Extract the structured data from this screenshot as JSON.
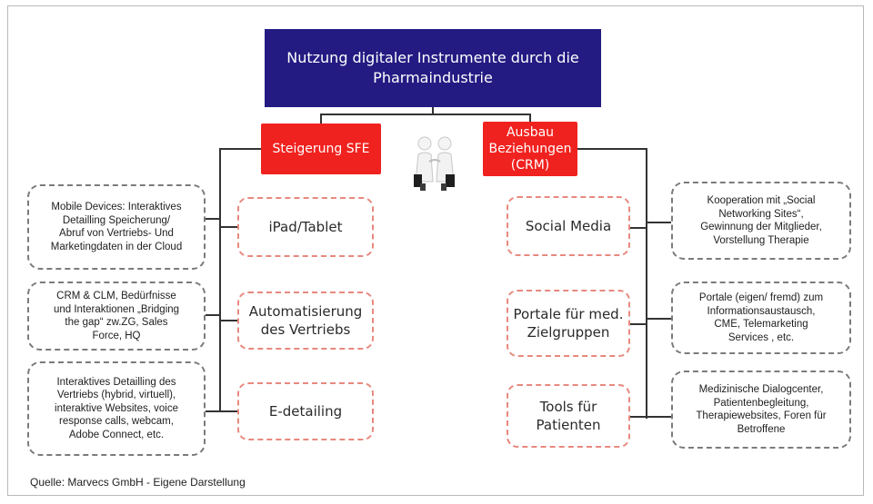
{
  "title": "Nutzung digitaler Instrumente durch die\nPharmaindustrie",
  "branches": {
    "left": {
      "label": "Steigerung SFE",
      "items": [
        {
          "label": "iPad/Tablet",
          "detail": "Mobile Devices: Interaktives\nDetailling  Speicherung/\nAbruf von  Vertriebs- Und\nMarketingdaten in der Cloud"
        },
        {
          "label": "Automatisierung\ndes Vertriebs",
          "detail": "CRM & CLM, Bedürfnisse\nund Interaktionen „Bridging\nthe gap“ zw.ZG, Sales\nForce, HQ"
        },
        {
          "label": "E-detailing",
          "detail": "Interaktives Detailling  des\nVertriebs (hybrid, virtuell),\ninteraktive Websites, voice\nresponse calls, webcam,\nAdobe Connect, etc."
        }
      ]
    },
    "right": {
      "label": "Ausbau\nBeziehungen\n(CRM)",
      "items": [
        {
          "label": "Social Media",
          "detail": "Kooperation mit „Social\nNetworking Sites“,\nGewinnung der Mitglieder,\nVorstellung Therapie"
        },
        {
          "label": "Portale für med.\nZielgruppen",
          "detail": "Portale (eigen/ fremd) zum\nInformationsaustausch,\nCME, Telemarketing\nServices , etc."
        },
        {
          "label": "Tools für\nPatienten",
          "detail": "Medizinische Dialogcenter,\nPatientenbegleitung,\nTherapiewebsites, Foren für\nBetroffene"
        }
      ]
    }
  },
  "source": "Quelle: Marvecs GmbH - Eigene Darstellung",
  "colors": {
    "title_bg": "#231b82",
    "branch_bg": "#f0221f",
    "item_border": "#e7897e",
    "detail_border": "#7b7b7b"
  },
  "icons": [
    "two-people-icon"
  ]
}
